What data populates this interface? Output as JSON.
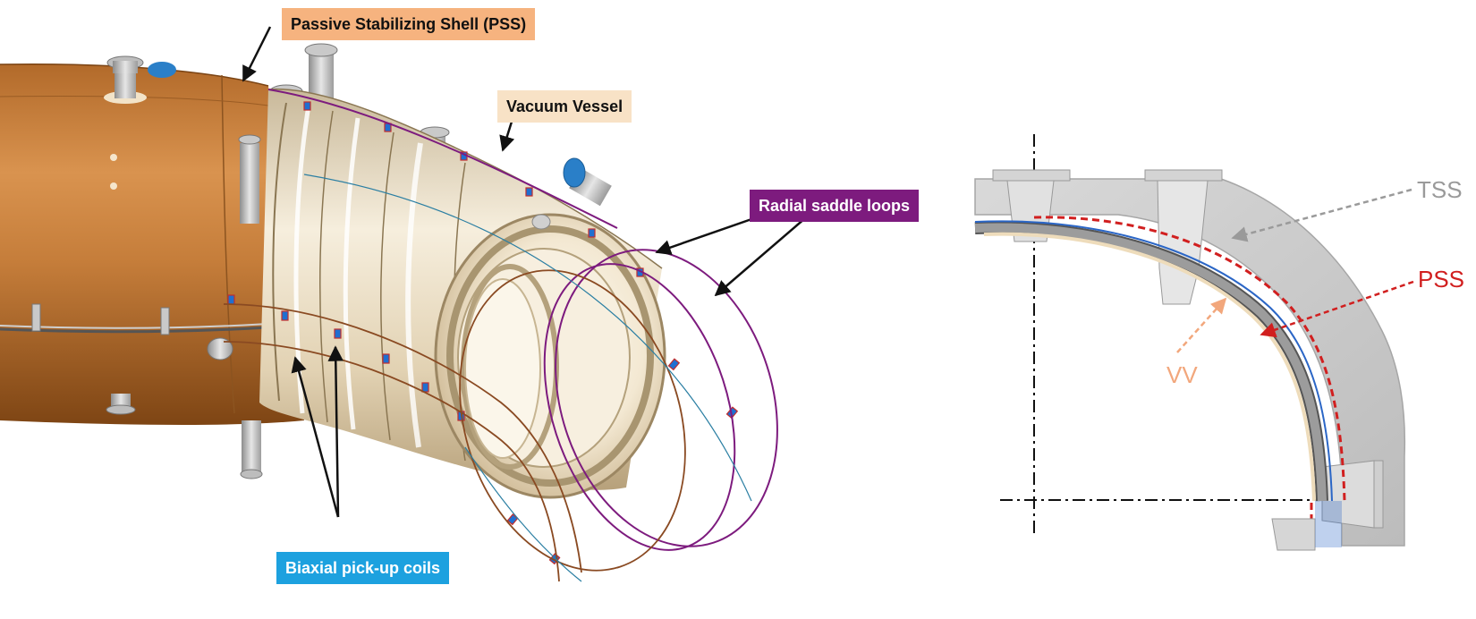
{
  "labels": {
    "pss": "Passive Stabilizing Shell (PSS)",
    "vacuum_vessel": "Vacuum Vessel",
    "radial_saddle_loops": "Radial saddle loops",
    "biaxial_pickup_coils": "Biaxial pick-up coils"
  },
  "section": {
    "tss": "TSS",
    "pss": "PSS",
    "vv": "VV"
  },
  "colors": {
    "pss_shell": "#c9813f",
    "vacuum_vessel": "#efe4cf",
    "saddle_loops": "#7d1b7e",
    "pickup_coils": "#1da1df",
    "tss": "#c8c8c8",
    "pss_section": "#d11f1f",
    "vv_section": "#f2a77c"
  }
}
